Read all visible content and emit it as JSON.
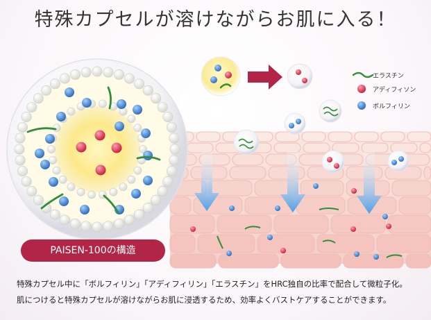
{
  "headline": "特殊カプセルが溶けながらお肌に入る！",
  "capsule_label": "PAISEN-100の構造",
  "legend": [
    {
      "label": "エラスチン",
      "icon": "green-fiber-icon"
    },
    {
      "label": "アディフィソン",
      "icon": "red-sphere-icon"
    },
    {
      "label": "ボルフィリン",
      "icon": "blue-sphere-icon"
    }
  ],
  "description": [
    "特殊カプセル中に「ボルフィリン」「アディフィリン」「エラスチン」をHRC独自の比率で配合して微粒子化。",
    "肌につけると特殊カプセルが溶けながらお肌に浸透するため、効率よくバストケアすることができます。"
  ],
  "colors": {
    "accent_red": "#b32546",
    "blue_particle": "#3f7fcf",
    "red_particle": "#e0395a",
    "green_fiber": "#2f8f3a",
    "skin": "#f7d8d3"
  }
}
